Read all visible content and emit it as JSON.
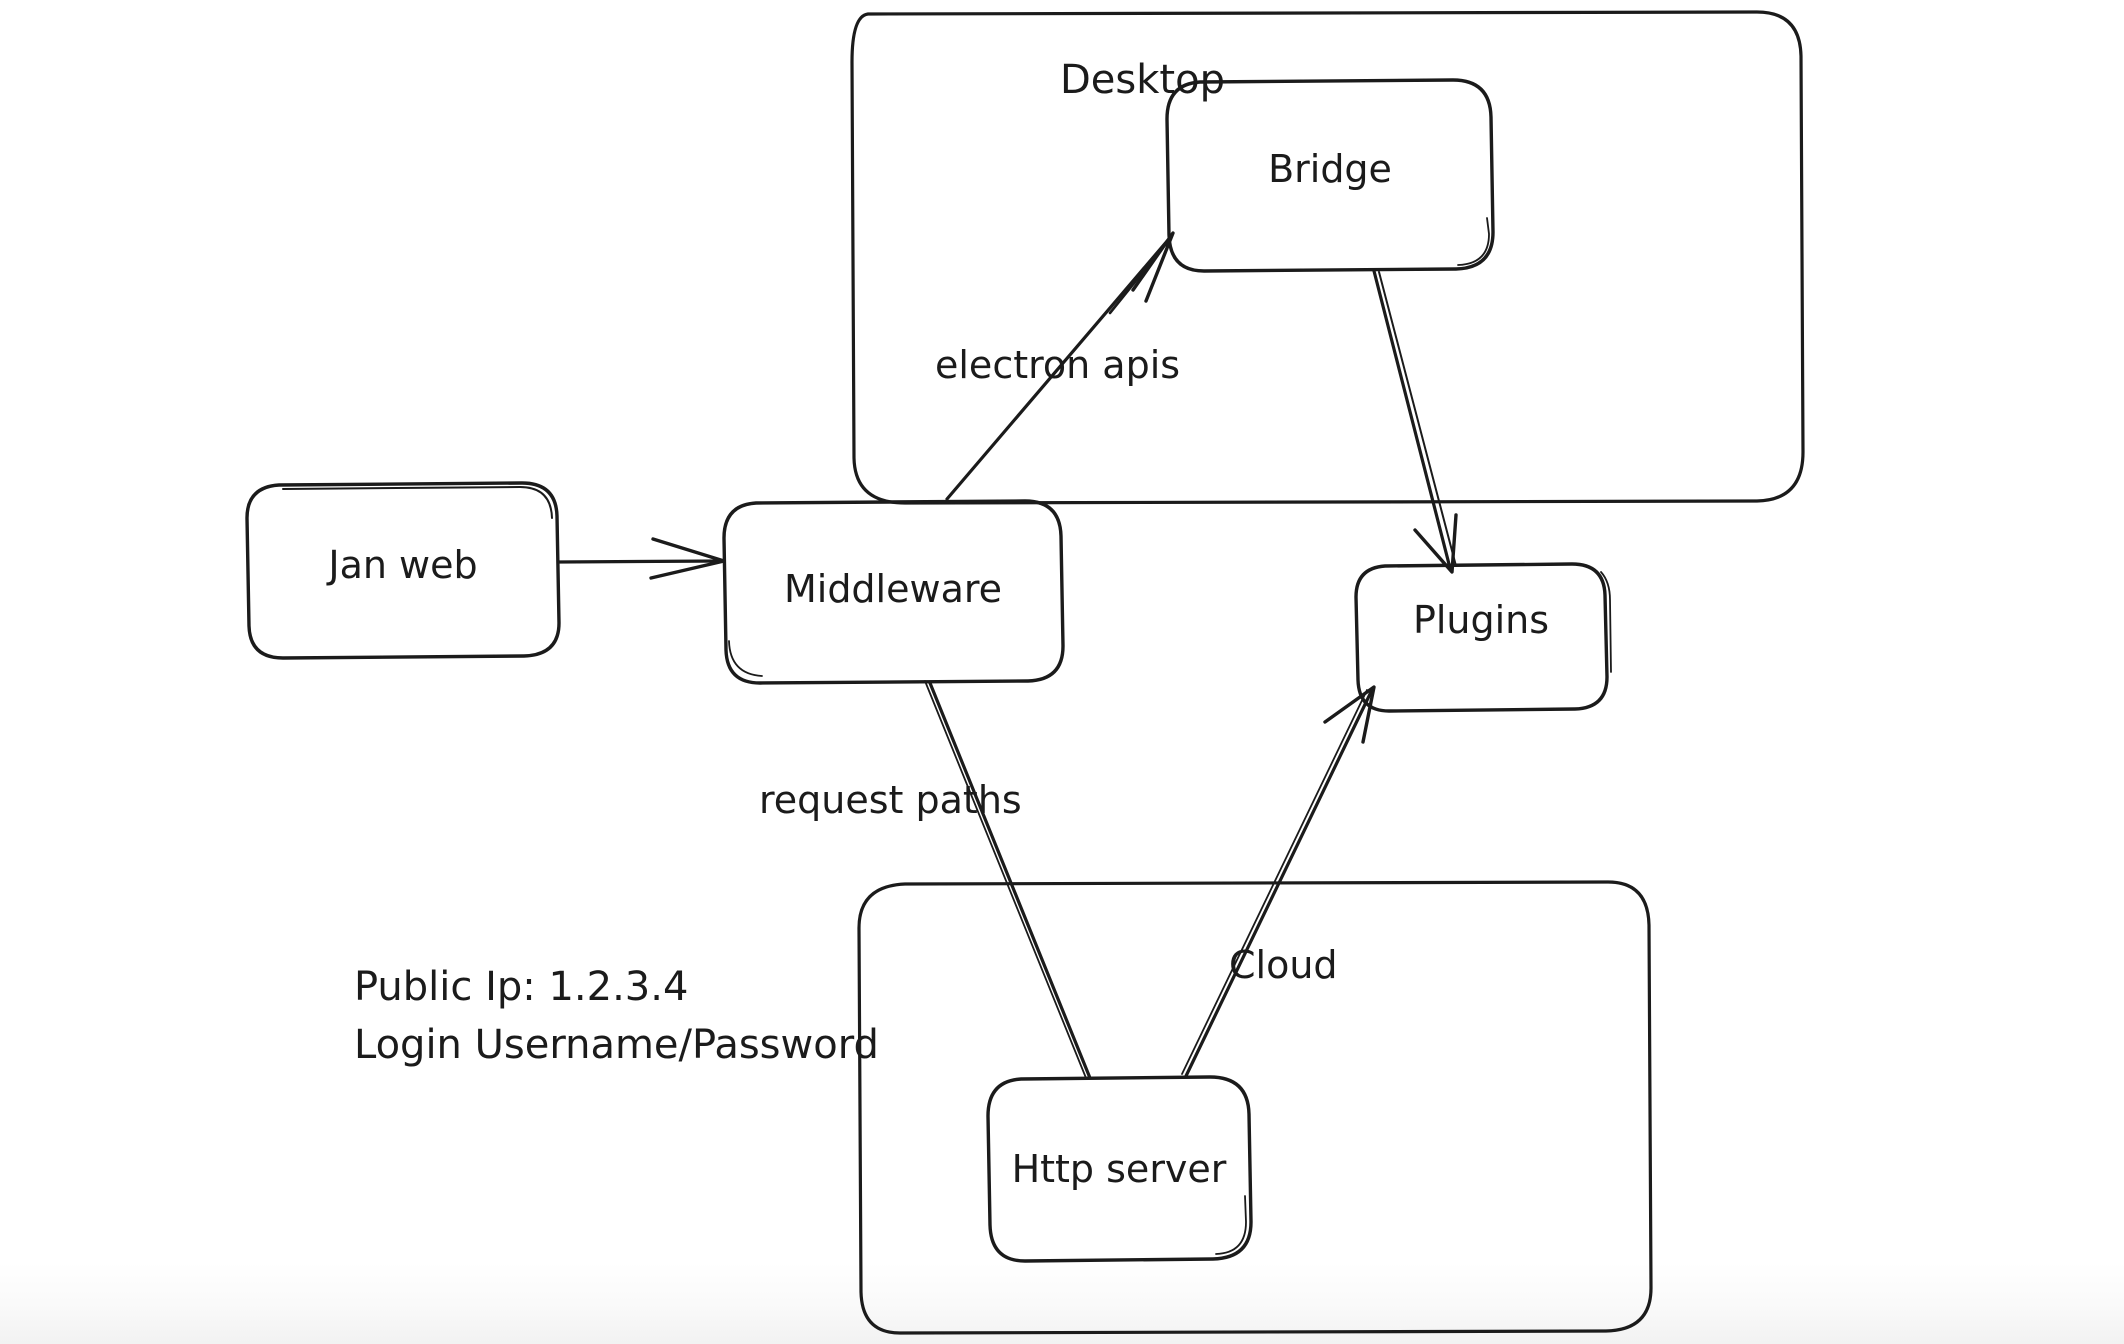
{
  "diagram": {
    "title_text_present": false,
    "background_color": "#ffffff",
    "ink_color": "#1b1b1b",
    "groups": [
      {
        "id": "desktop",
        "label": "Desktop"
      },
      {
        "id": "cloud_group",
        "label": ""
      }
    ],
    "nodes": [
      {
        "id": "jan_web",
        "label": "Jan web"
      },
      {
        "id": "middleware",
        "label": "Middleware"
      },
      {
        "id": "bridge",
        "label": "Bridge"
      },
      {
        "id": "plugins",
        "label": "Plugins"
      },
      {
        "id": "http_server",
        "label": "Http server"
      }
    ],
    "edges": [
      {
        "id": "jan_to_middleware",
        "from": "jan_web",
        "to": "middleware",
        "label": "",
        "arrow": true
      },
      {
        "id": "middleware_to_bridge",
        "from": "middleware",
        "to": "bridge",
        "label": "electron apis",
        "arrow": true
      },
      {
        "id": "bridge_to_plugins",
        "from": "bridge",
        "to": "plugins",
        "label": "",
        "arrow": true
      },
      {
        "id": "middleware_to_http",
        "from": "middleware",
        "to": "http_server",
        "label": "request paths",
        "arrow": false
      },
      {
        "id": "http_to_plugins",
        "from": "http_server",
        "to": "plugins",
        "label": "Cloud",
        "arrow": true
      }
    ],
    "notes": {
      "public_ip_line": "Public Ip: 1.2.3.4",
      "login_line": "Login Username/Password"
    }
  }
}
